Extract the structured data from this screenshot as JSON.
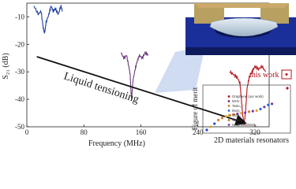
{
  "chart_data": [
    {
      "type": "line",
      "xlabel": "Frequency (MHz)",
      "ylabel": "S₂₁ (dB)",
      "xlim": [
        0,
        340
      ],
      "ylim": [
        -50,
        -5
      ],
      "x_ticks": [
        "0",
        "80",
        "160",
        "240",
        "320"
      ],
      "x_tick_values": [
        0,
        80,
        160,
        240,
        320
      ],
      "y_ticks": [
        "-10",
        "-20",
        "-30",
        "-40",
        "-50"
      ],
      "y_tick_values": [
        -10,
        -20,
        -30,
        -40,
        -50
      ],
      "annotation": "Liquid tensioning",
      "arrow": {
        "from": [
          14,
          -24.5
        ],
        "to": [
          305,
          -48.5
        ]
      },
      "series": [
        {
          "color": "#1f3fa0",
          "points": [
            [
              10,
              -6
            ],
            [
              16,
              -9
            ],
            [
              20,
              -8
            ],
            [
              23,
              -14
            ],
            [
              25,
              -16
            ],
            [
              27,
              -12
            ],
            [
              31,
              -9
            ],
            [
              34,
              -6
            ],
            [
              37,
              -8
            ],
            [
              40,
              -7
            ],
            [
              44,
              -9
            ],
            [
              48,
              -6
            ],
            [
              50,
              -8
            ]
          ]
        },
        {
          "color": "#6b3a78",
          "points": [
            [
              132,
              -23
            ],
            [
              136,
              -25
            ],
            [
              140,
              -24
            ],
            [
              143,
              -28
            ],
            [
              145,
              -31
            ],
            [
              146,
              -37
            ],
            [
              147,
              -40
            ],
            [
              149,
              -33
            ],
            [
              152,
              -29
            ],
            [
              155,
              -26
            ],
            [
              158,
              -24
            ],
            [
              162,
              -25
            ],
            [
              166,
              -23
            ],
            [
              170,
              -24
            ]
          ]
        },
        {
          "color": "#b3131b",
          "points": [
            [
              285,
              -30
            ],
            [
              290,
              -31
            ],
            [
              295,
              -32
            ],
            [
              299,
              -34
            ],
            [
              301,
              -40
            ],
            [
              303,
              -46
            ],
            [
              305,
              -49
            ],
            [
              307,
              -44
            ],
            [
              309,
              -36
            ],
            [
              312,
              -32
            ],
            [
              316,
              -30
            ],
            [
              320,
              -28
            ],
            [
              325,
              -29
            ],
            [
              330,
              -28
            ],
            [
              335,
              -30
            ]
          ]
        }
      ]
    },
    {
      "type": "scatter",
      "title": "this work",
      "xlabel": "2D materials resonators",
      "ylabel": "Figure of merit",
      "legend": [
        {
          "label": "Graphene (our work)",
          "color": "#b3131b"
        },
        {
          "label": "MHV",
          "color": "#7a1a7a"
        },
        {
          "label": "TaSe₂",
          "color": "#d57a2b"
        },
        {
          "label": "MoS₂",
          "color": "#2b66d5"
        },
        {
          "label": "WSe₂",
          "color": "#d5a42b"
        },
        {
          "label": "NbSe₂",
          "color": "#b06b2b"
        },
        {
          "label": "Graphene/MoS₂",
          "color": "#7a3ab3"
        }
      ],
      "points": [
        {
          "x": 1,
          "y": 1.0,
          "color": "#2b3fd5"
        },
        {
          "x": 2,
          "y": 1.6,
          "color": "#d5a42b"
        },
        {
          "x": 3,
          "y": 2.2,
          "color": "#2b3fd5"
        },
        {
          "x": 4,
          "y": 2.9,
          "color": "#d57a2b"
        },
        {
          "x": 5,
          "y": 3.3,
          "color": "#d57a2b"
        },
        {
          "x": 6,
          "y": 3.6,
          "color": "#d5a42b"
        },
        {
          "x": 7,
          "y": 3.8,
          "color": "#b06b2b"
        },
        {
          "x": 8,
          "y": 4.0,
          "color": "#d57a2b"
        },
        {
          "x": 9,
          "y": 4.1,
          "color": "#7a3ab3"
        },
        {
          "x": 10,
          "y": 4.2,
          "color": "#d5a42b"
        },
        {
          "x": 11,
          "y": 4.3,
          "color": "#7a3ab3"
        },
        {
          "x": 12,
          "y": 4.5,
          "color": "#d57a2b"
        },
        {
          "x": 13,
          "y": 4.6,
          "color": "#7a3ab3"
        },
        {
          "x": 14,
          "y": 4.7,
          "color": "#d5a42b"
        },
        {
          "x": 15,
          "y": 5.0,
          "color": "#2b66d5"
        },
        {
          "x": 16,
          "y": 5.4,
          "color": "#7a3ab3"
        },
        {
          "x": 17,
          "y": 5.8,
          "color": "#2b66d5"
        },
        {
          "x": 18,
          "y": 6.0,
          "color": "#7a3ab3"
        },
        {
          "x": 22,
          "y": 9.0,
          "color": "#b3131b"
        }
      ]
    }
  ]
}
